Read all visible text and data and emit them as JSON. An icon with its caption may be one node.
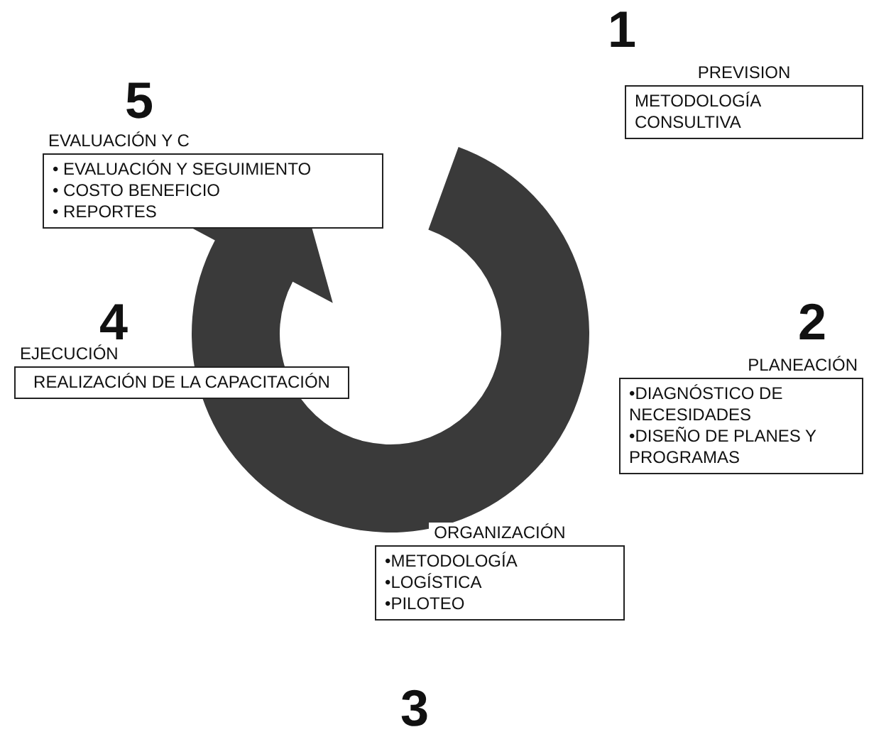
{
  "diagram": {
    "nodes": [
      {
        "text": [
          "PREVISION",
          "METODOLOGÍA CONSULTIVA"
        ],
        "beside": [
          "1"
        ]
      },
      {
        "text": [
          "PLANEACIÓN",
          "•DIAGNÓSTICO DE NECESIDADES",
          "•DISEÑO DE PLANES Y PROGRAMAS"
        ],
        "beside": [
          "2"
        ]
      },
      {
        "text": [
          "ORGANIZACIÓN",
          "•METODOLOGÍA",
          "•LOGÍSTICA",
          "•PILOTEO"
        ],
        "beside": [
          "3"
        ]
      },
      {
        "text": [
          "EJECUCIÓN",
          "REALIZACIÓN DE LA CAPACITACIÓN"
        ],
        "beside": [
          "4"
        ]
      },
      {
        "text": [
          "EVALUACIÓN Y C",
          "• EVALUACIÓN Y SEGUIMIENTO",
          "• COSTO BENEFICIO",
          "• REPORTES"
        ],
        "beside": [
          "5"
        ]
      }
    ]
  }
}
